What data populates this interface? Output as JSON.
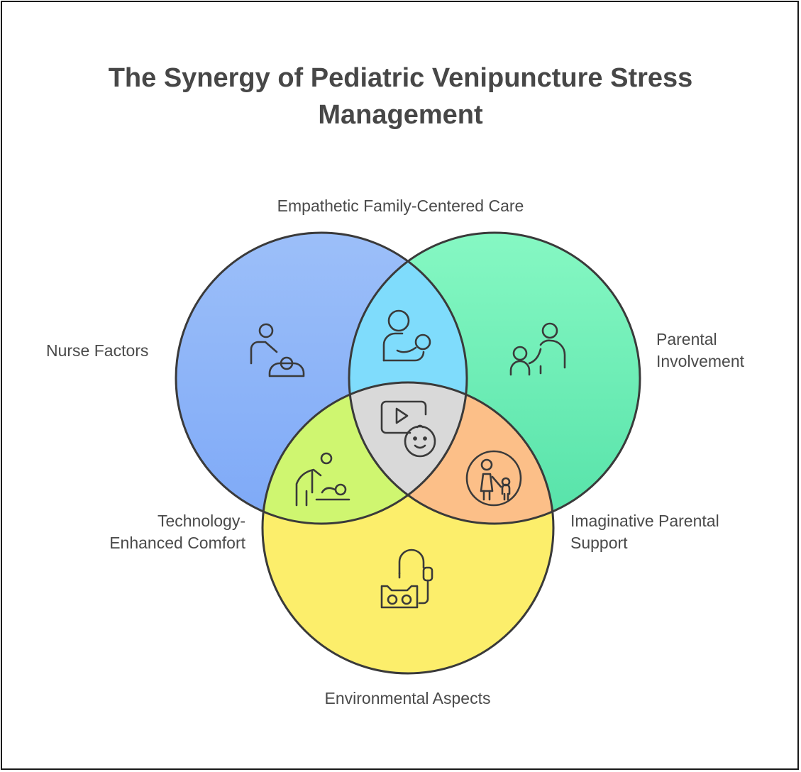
{
  "title": {
    "line1": "The Synergy of Pediatric Venipuncture Stress",
    "line2": "Management"
  },
  "labels": {
    "top": "Empathetic Family-Centered Care",
    "left": "Nurse Factors",
    "right_line1": "Parental",
    "right_line2": "Involvement",
    "lower_left_line1": "Technology-",
    "lower_left_line2": "Enhanced Comfort",
    "lower_right_line1": "Imaginative Parental",
    "lower_right_line2": "Support",
    "bottom": "Environmental Aspects"
  },
  "colors": {
    "blue_circle": "#8fb4fb",
    "green_circle": "#7ff5bd",
    "yellow_circle": "#fbee6a",
    "blue_green_overlap": "#7fdcfc",
    "blue_yellow_overlap": "#cff670",
    "green_yellow_overlap": "#fcbf88",
    "center_overlap": "#d9d9d9",
    "outline": "#3a3a3a",
    "title_text": "#474747",
    "label_text": "#4a4a4a"
  },
  "icons": {
    "blue": "nurse-with-baby-icon",
    "green": "parent-and-child-icon",
    "blue_green": "parent-holding-baby-icon",
    "blue_yellow": "caregiver-changing-baby-icon",
    "green_yellow": "parent-walking-child-icon",
    "yellow": "vr-headset-headphones-icon",
    "center": "video-and-happy-baby-icon"
  }
}
